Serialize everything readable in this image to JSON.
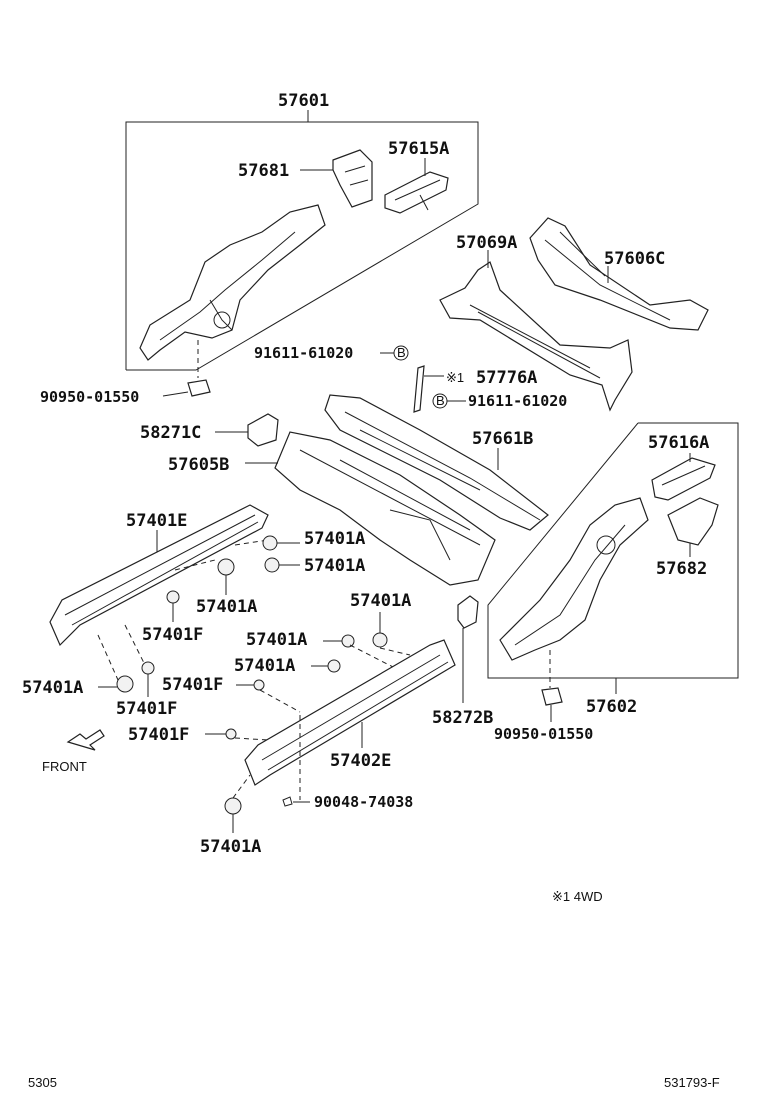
{
  "labels": {
    "l57601": "57601",
    "l57681": "57681",
    "l57615A": "57615A",
    "l57069A": "57069A",
    "l57606C": "57606C",
    "l91611a": "91611-61020",
    "l57776A": "57776A",
    "l91611b": "91611-61020",
    "l90950a": "90950-01550",
    "l58271C": "58271C",
    "l57661B": "57661B",
    "l57605B": "57605B",
    "l57616A": "57616A",
    "l57682": "57682",
    "l57401E": "57401E",
    "l57401A_1": "57401A",
    "l57401A_2": "57401A",
    "l57401A_3": "57401A",
    "l57401F_1": "57401F",
    "l57401A_4": "57401A",
    "l57401A_5": "57401A",
    "l57401A_6": "57401A",
    "l57401A_7": "57401A",
    "l57401F_2": "57401F",
    "l57401F_3": "57401F",
    "l57401F_4": "57401F",
    "l58272B": "58272B",
    "l57602": "57602",
    "l90950b": "90950-01550",
    "l57402E": "57402E",
    "l90048": "90048-74038",
    "l57401A_8": "57401A"
  },
  "markers": {
    "b": "B",
    "note_mark": "※1"
  },
  "front_label": "FRONT",
  "footnote": "※1 4WD",
  "footer": {
    "left": "5305",
    "right": "531793-F"
  }
}
